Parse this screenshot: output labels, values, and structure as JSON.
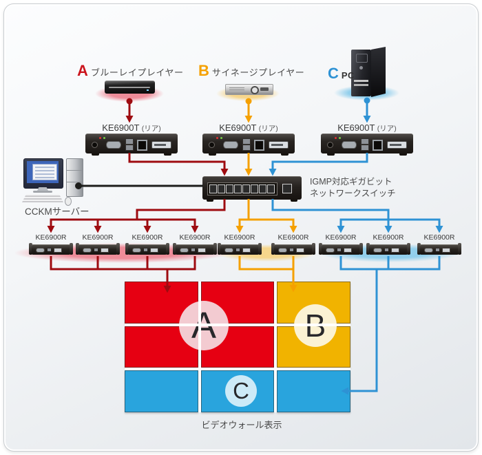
{
  "colors": {
    "red_line": "#9e0b10",
    "red_accent": "#cb141d",
    "red_panel": "#e60012",
    "red_halo": "#ee8c99",
    "pink_circle": "#f3cbd1",
    "orange_line": "#f5a000",
    "orange_panel": "#f1b300",
    "orange_halo": "#f6d68c",
    "cream_circle": "#fbf2d3",
    "blue_line": "#2e92d4",
    "blue_panel": "#29a4dd",
    "blue_halo": "#92cfec",
    "lightblue_circle": "#cdeaf7",
    "server_line": "#1d1d1b"
  },
  "sources": [
    {
      "letter": "A",
      "name": "ブルーレイプレイヤー"
    },
    {
      "letter": "B",
      "name": "サイネージプレイヤー"
    },
    {
      "letter": "C",
      "name": "PC"
    }
  ],
  "transmitters": [
    {
      "model": "KE6900T",
      "note": "(リア)"
    },
    {
      "model": "KE6900T",
      "note": "(リア)"
    },
    {
      "model": "KE6900T",
      "note": "(リア)"
    }
  ],
  "server": {
    "label": "CCKMサーバー"
  },
  "network_switch": {
    "label_line1": "IGMP対応ギガビット",
    "label_line2": "ネットワークスイッチ"
  },
  "receiver_groups": [
    {
      "zone": "A",
      "items": [
        "KE6900R",
        "KE6900R",
        "KE6900R",
        "KE6900R"
      ]
    },
    {
      "zone": "B",
      "items": [
        "KE6900R",
        "KE6900R"
      ]
    },
    {
      "zone": "C",
      "items": [
        "KE6900R",
        "KE6900R",
        "KE6900R"
      ]
    }
  ],
  "video_wall": {
    "caption": "ビデオウォール表示",
    "zones": [
      {
        "letter": "A"
      },
      {
        "letter": "B"
      },
      {
        "letter": "C"
      }
    ]
  }
}
